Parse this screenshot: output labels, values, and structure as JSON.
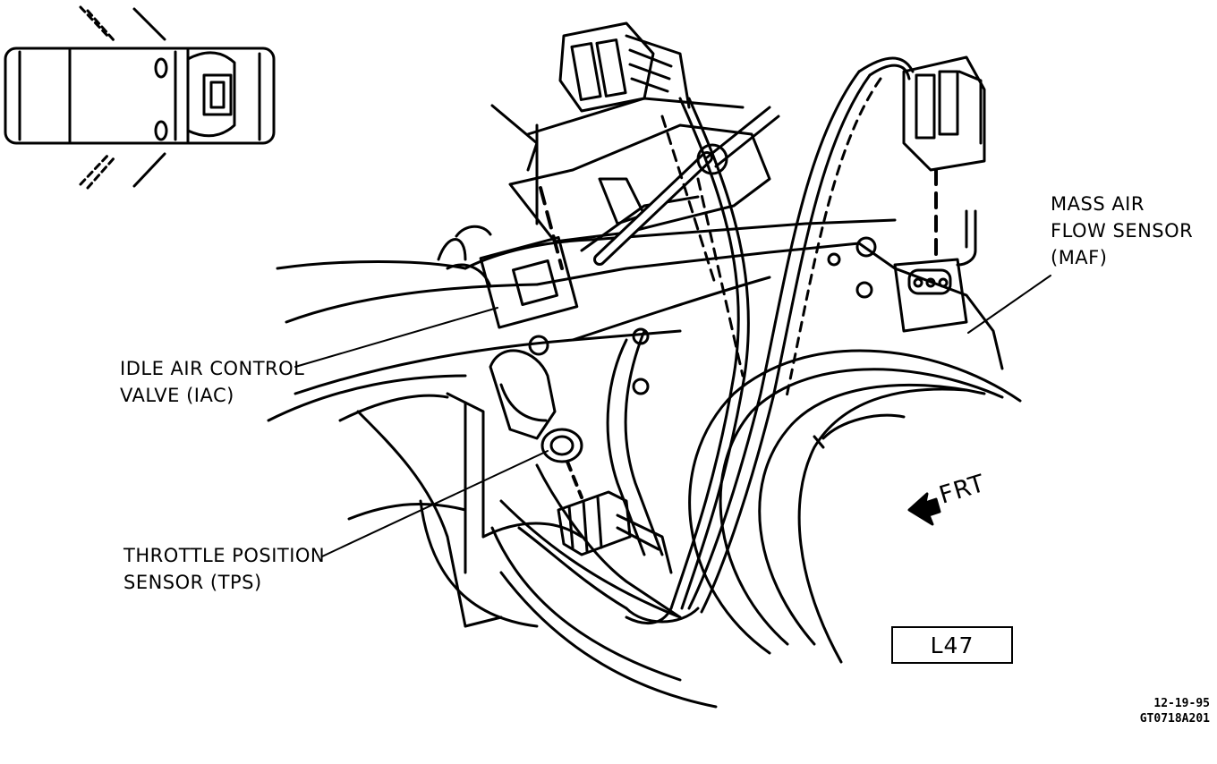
{
  "labels": {
    "maf": [
      "MASS AIR",
      "FLOW SENSOR",
      "(MAF)"
    ],
    "iac": [
      "IDLE AIR CONTROL",
      "VALVE (IAC)"
    ],
    "tps": [
      "THROTTLE POSITION",
      "SENSOR (TPS)"
    ],
    "front": "FRT",
    "engine": "L47",
    "drawing_date": "12-19-95",
    "drawing_code": "GT0718A201"
  }
}
